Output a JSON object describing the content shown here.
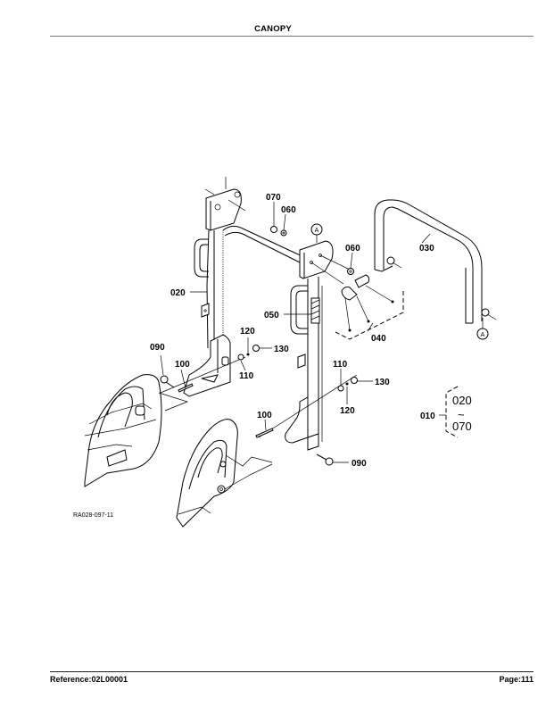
{
  "header": {
    "title": "CANOPY"
  },
  "footer": {
    "reference": "Reference:02L00001",
    "page": "Page:111"
  },
  "diagram": {
    "figure_id": "RA028-097-11",
    "callouts": [
      {
        "id": "c070",
        "label": "070"
      },
      {
        "id": "c060a",
        "label": "060"
      },
      {
        "id": "c060b",
        "label": "060"
      },
      {
        "id": "c030",
        "label": "030"
      },
      {
        "id": "c020",
        "label": "020"
      },
      {
        "id": "c050",
        "label": "050"
      },
      {
        "id": "c040",
        "label": "040"
      },
      {
        "id": "c120a",
        "label": "120"
      },
      {
        "id": "c130a",
        "label": "130"
      },
      {
        "id": "c110a",
        "label": "110"
      },
      {
        "id": "c090a",
        "label": "090"
      },
      {
        "id": "c100a",
        "label": "100"
      },
      {
        "id": "c110b",
        "label": "110"
      },
      {
        "id": "c130b",
        "label": "130"
      },
      {
        "id": "c120b",
        "label": "120"
      },
      {
        "id": "c100b",
        "label": "100"
      },
      {
        "id": "c090b",
        "label": "090"
      },
      {
        "id": "c010",
        "label": "010"
      }
    ],
    "reference_marks": {
      "a1": "A",
      "a2": "A"
    },
    "assembly_group": {
      "from": "020",
      "tilde": "~",
      "to": "070"
    }
  }
}
